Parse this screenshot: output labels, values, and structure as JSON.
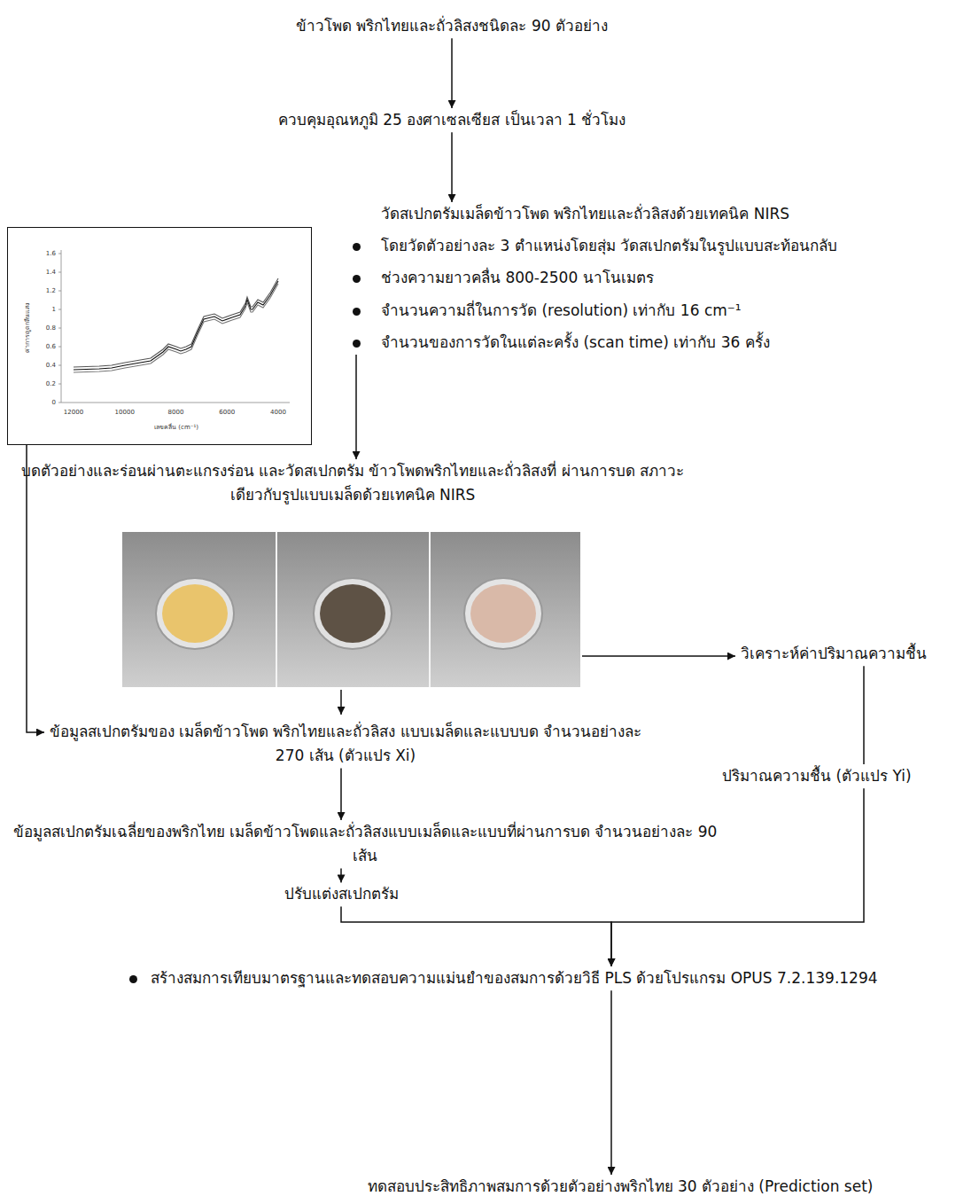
{
  "diagram": {
    "nodes": [
      {
        "text": [
          "ข้าวโพด พริกไทยและถั่วลิสงชนิดละ 90 ตัวอย่าง"
        ]
      },
      {
        "text": [
          "ควบคุมอุณหภูมิ 25 องศาเซลเซียส เป็นเวลา 1 ชั่วโมง"
        ]
      },
      {
        "text": [
          "วัดสเปกตรัมเมล็ดข้าวโพด พริกไทยและถั่วลิสงด้วยเทคนิค NIRS",
          "โดยวัดตัวอย่างละ 3 ตำแหน่งโดยสุ่ม วัดสเปกตรัมในรูปแบบสะท้อนกลับ",
          "ช่วงความยาวคลื่น 800-2500 นาโนเมตร",
          "จำนวนความถี่ในการวัด (resolution) เท่ากับ 16 cm⁻¹",
          "จำนวนของการวัดในแต่ละครั้ง (scan time) เท่ากับ 36 ครั้ง"
        ]
      },
      {
        "text": [
          "1.6",
          "1.4",
          "1.2",
          "1",
          "0.8",
          "0.6",
          "0.4",
          "0.2",
          "0",
          "12000",
          "10000",
          "8000",
          "6000",
          "4000",
          "ค่าการดูดกลืนแสง",
          "เลขคลื่น (cm⁻¹)"
        ]
      },
      {
        "text": [
          "บดตัวอย่างและร่อนผ่านตะแกรงร่อน และวัดสเปกตรัม ข้าวโพดพริกไทยและถั่วลิสงที่ ผ่านการบด สภาวะเดียวกับรูปแบบเมล็ดด้วยเทคนิค NIRS"
        ]
      },
      {
        "text": [
          "วิเคราะห์ค่าปริมาณความชื้น"
        ]
      },
      {
        "text": [
          "ข้อมูลสเปกตรัมของ เมล็ดข้าวโพด พริกไทยและถั่วลิสง แบบเมล็ดและแบบบด จำนวนอย่างละ 270 เส้น (ตัวแปร Xi)"
        ]
      },
      {
        "text": [
          "ปริมาณความชื้น (ตัวแปร Yi)"
        ]
      },
      {
        "text": [
          "ข้อมูลสเปกตรัมเฉลี่ยของพริกไทย เมล็ดข้าวโพดและถั่วลิสงแบบเมล็ดและแบบที่ผ่านการบด จำนวนอย่างละ 90 เส้น"
        ]
      },
      {
        "text": [
          "ปรับแต่งสเปกตรัม"
        ]
      },
      {
        "text": [
          "สร้างสมการเทียบมาตรฐานและทดสอบความแม่นยำของสมการด้วยวิธี PLS ด้วยโปรแกรม OPUS 7.2.139.1294"
        ]
      },
      {
        "text": [
          "ทดสอบประสิทธิภาพสมการด้วยตัวอย่างพริกไทย 30 ตัวอย่าง (Prediction set)"
        ]
      }
    ],
    "edges": [
      {
        "from": 0,
        "to": 1,
        "arrow": "to"
      },
      {
        "from": 1,
        "to": 2,
        "arrow": "to"
      },
      {
        "from": 2,
        "to": 4,
        "arrow": "to"
      },
      {
        "from": 3,
        "to": 6,
        "arrow": "to"
      },
      {
        "from": 5,
        "to": 7,
        "arrow": "none"
      },
      {
        "from": 6,
        "to": 8,
        "arrow": "to"
      },
      {
        "from": 8,
        "to": 9,
        "arrow": "to"
      },
      {
        "from": 9,
        "to": 10,
        "arrow": "to"
      },
      {
        "from": 7,
        "to": 10,
        "arrow": "to"
      },
      {
        "from": 10,
        "to": 11,
        "arrow": "to"
      }
    ]
  }
}
